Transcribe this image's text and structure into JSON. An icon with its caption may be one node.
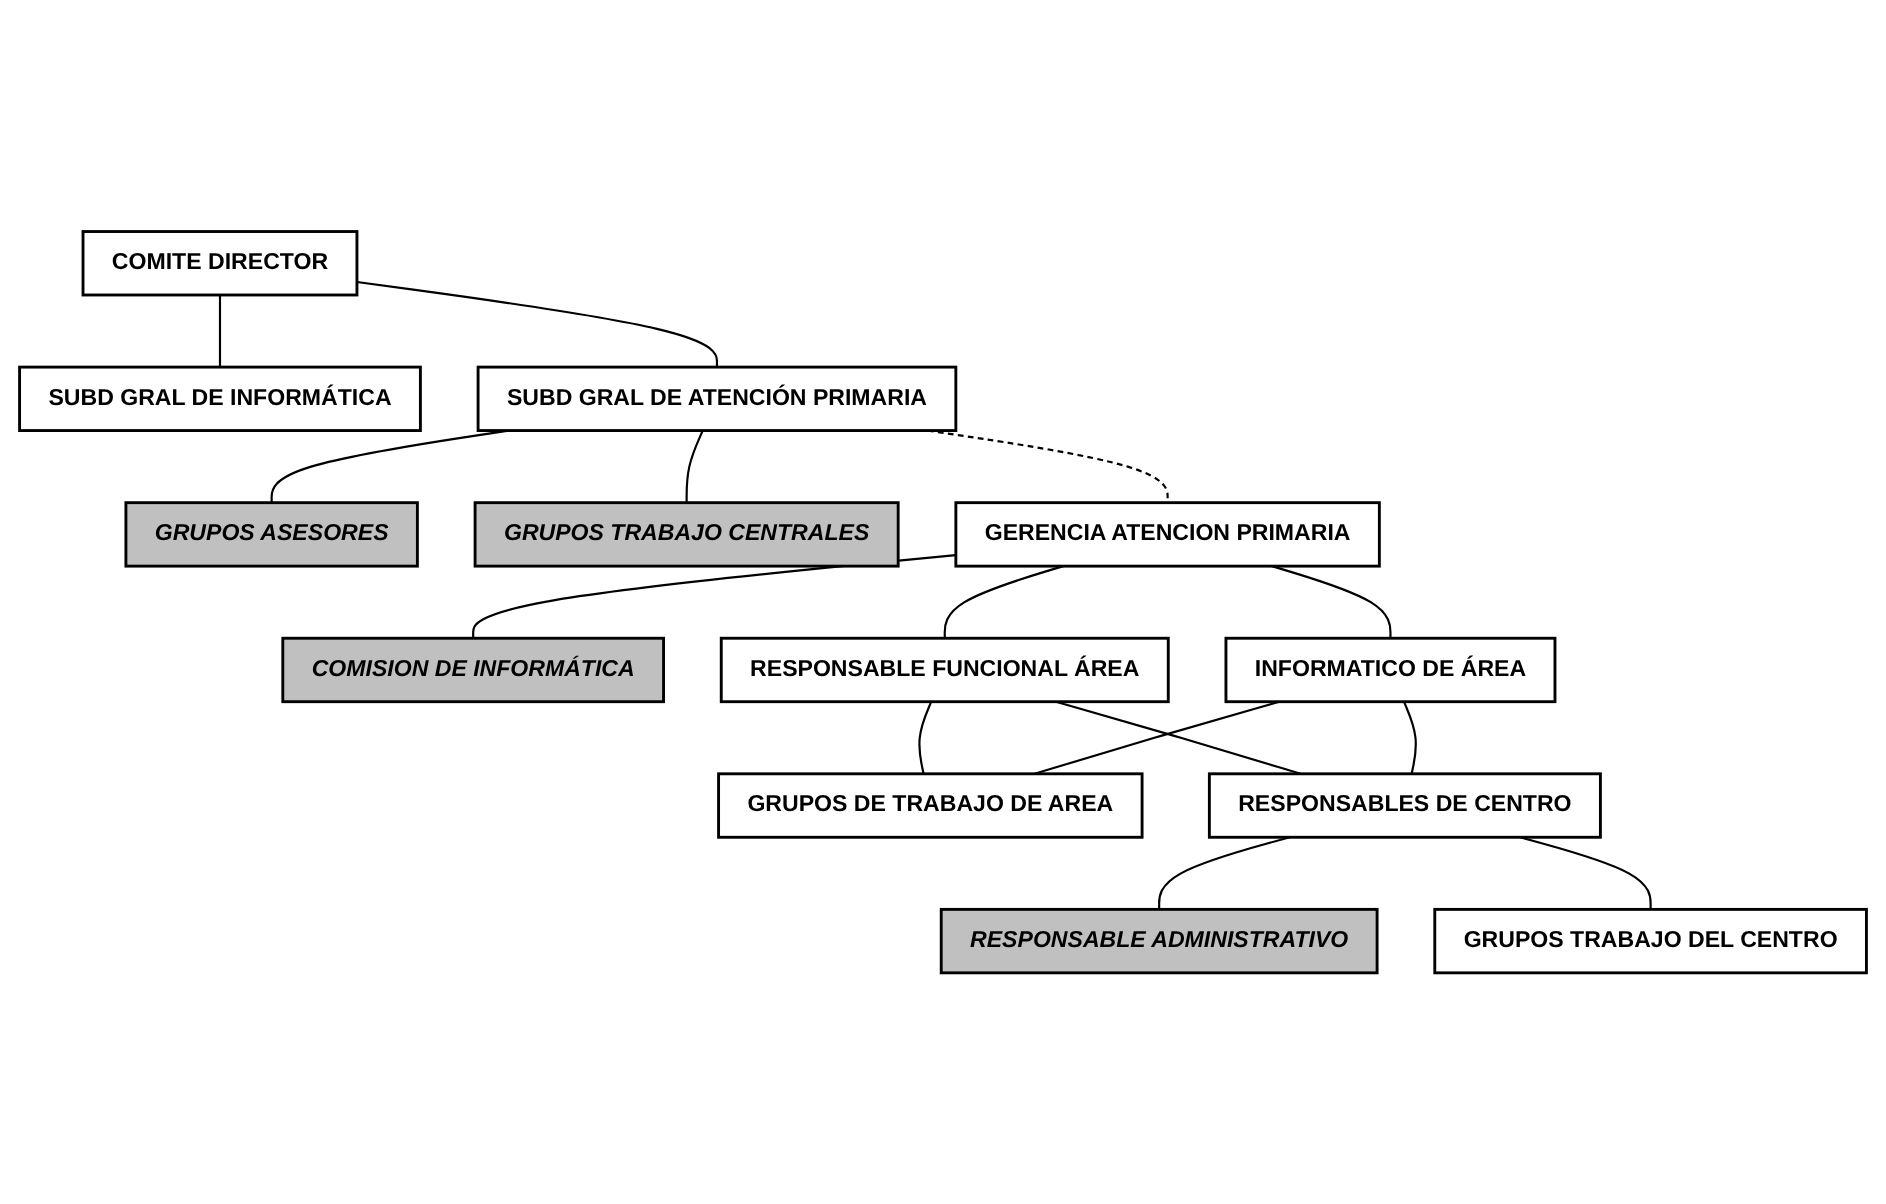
{
  "diagram": {
    "nodes": [
      {
        "text": [
          "COMITE DIRECTOR"
        ]
      },
      {
        "text": [
          "SUBD GRAL DE INFORMÁTICA"
        ]
      },
      {
        "text": [
          "SUBD GRAL DE ATENCIÓN PRIMARIA"
        ]
      },
      {
        "text": [
          "GRUPOS ASESORES"
        ]
      },
      {
        "text": [
          "GRUPOS TRABAJO CENTRALES"
        ]
      },
      {
        "text": [
          "GERENCIA ATENCION PRIMARIA"
        ]
      },
      {
        "text": [
          "COMISION DE INFORMÁTICA"
        ]
      },
      {
        "text": [
          "RESPONSABLE FUNCIONAL ÁREA"
        ]
      },
      {
        "text": [
          "INFORMATICO DE ÁREA"
        ]
      },
      {
        "text": [
          "GRUPOS DE TRABAJO DE AREA"
        ]
      },
      {
        "text": [
          "RESPONSABLES DE CENTRO"
        ]
      },
      {
        "text": [
          "RESPONSABLE ADMINISTRATIVO"
        ]
      },
      {
        "text": [
          "GRUPOS TRABAJO DEL CENTRO"
        ]
      }
    ],
    "edges": [
      {
        "from": 0,
        "to": 1,
        "arrow": "none"
      },
      {
        "from": 0,
        "to": 2,
        "arrow": "none"
      },
      {
        "from": 2,
        "to": 3,
        "arrow": "none"
      },
      {
        "from": 2,
        "to": 4,
        "arrow": "none"
      },
      {
        "from": 2,
        "to": 5,
        "arrow": "none",
        "style": "dashed"
      },
      {
        "from": 5,
        "to": 6,
        "arrow": "none"
      },
      {
        "from": 5,
        "to": 7,
        "arrow": "none"
      },
      {
        "from": 5,
        "to": 8,
        "arrow": "none"
      },
      {
        "from": 7,
        "to": 9,
        "arrow": "none"
      },
      {
        "from": 7,
        "to": 10,
        "arrow": "none"
      },
      {
        "from": 8,
        "to": 9,
        "arrow": "none"
      },
      {
        "from": 8,
        "to": 10,
        "arrow": "none"
      },
      {
        "from": 10,
        "to": 11,
        "arrow": "none"
      },
      {
        "from": 10,
        "to": 12,
        "arrow": "none"
      }
    ]
  }
}
